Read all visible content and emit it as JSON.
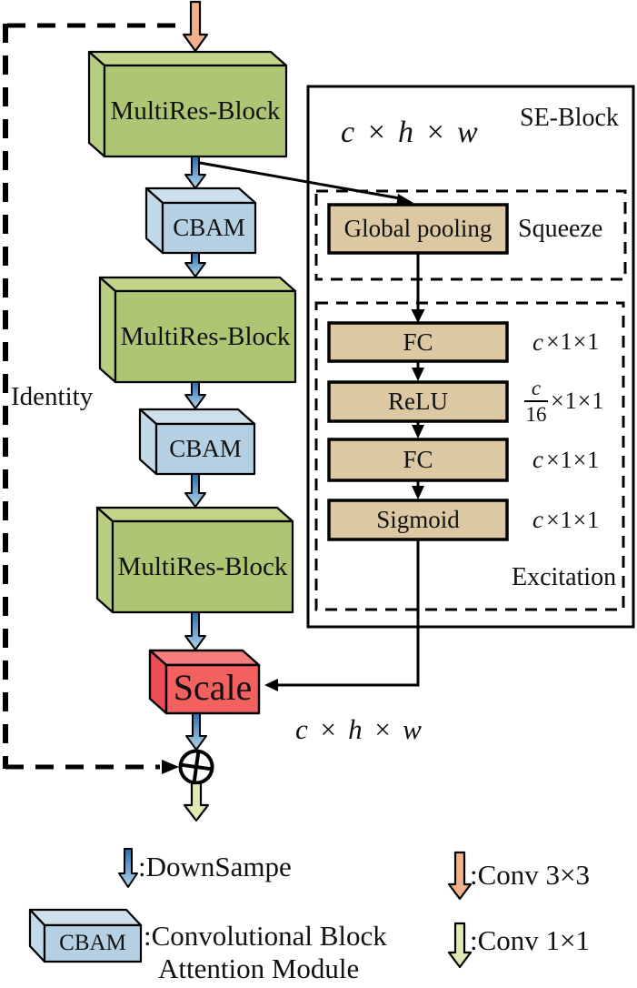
{
  "colors": {
    "block_green_front": "#aec674",
    "block_green_top": "#c1d489",
    "block_green_left": "#b7cd7f",
    "attn_blue_front": "#b5d0e2",
    "attn_blue_top": "#cfe0ed",
    "attn_blue_left": "#c2d9e8",
    "scale_red_front": "#f2605f",
    "scale_red_top": "#f57d7f",
    "scale_red_left": "#ee4d55",
    "se_op_tan": "#dcc8a2",
    "arrow_blue_dark": "#2a6cb0",
    "arrow_blue_light": "#b3d6ea",
    "arrow_orange": "#f3b08a",
    "arrow_yellow": "#e0eab5",
    "line_black": "#000000",
    "panel_white": "#ffffff"
  },
  "pipeline": {
    "block1_label": "MultiRes-Block",
    "attn1_label": "CBAM",
    "block2_label": "MultiRes-Block",
    "attn2_label": "CBAM",
    "block3_label": "MultiRes-Block",
    "scale_label": "Scale",
    "identity_label": "Identity"
  },
  "se_block": {
    "title": "SE-Block",
    "input_shape": "c × h × w",
    "output_shape": "c × h × w",
    "squeeze_label": "Squeeze",
    "squeeze_op": "Global pooling",
    "excitation_label": "Excitation",
    "ops": [
      "FC",
      "ReLU",
      "FC",
      "Sigmoid"
    ],
    "dim_var": "c",
    "dim_suffix": "×1×1",
    "relu_dim_numerator": "c",
    "relu_dim_denominator": "16",
    "relu_dim_suffix": "×1×1"
  },
  "legend": {
    "downsample_label": ":DownSampe",
    "cbam_box_label": "CBAM",
    "cbam_label_line1": ":Convolutional Block",
    "cbam_label_line2": "Attention Module",
    "conv3x3_label": ":Conv 3×3",
    "conv1x1_label": ":Conv 1×1"
  }
}
